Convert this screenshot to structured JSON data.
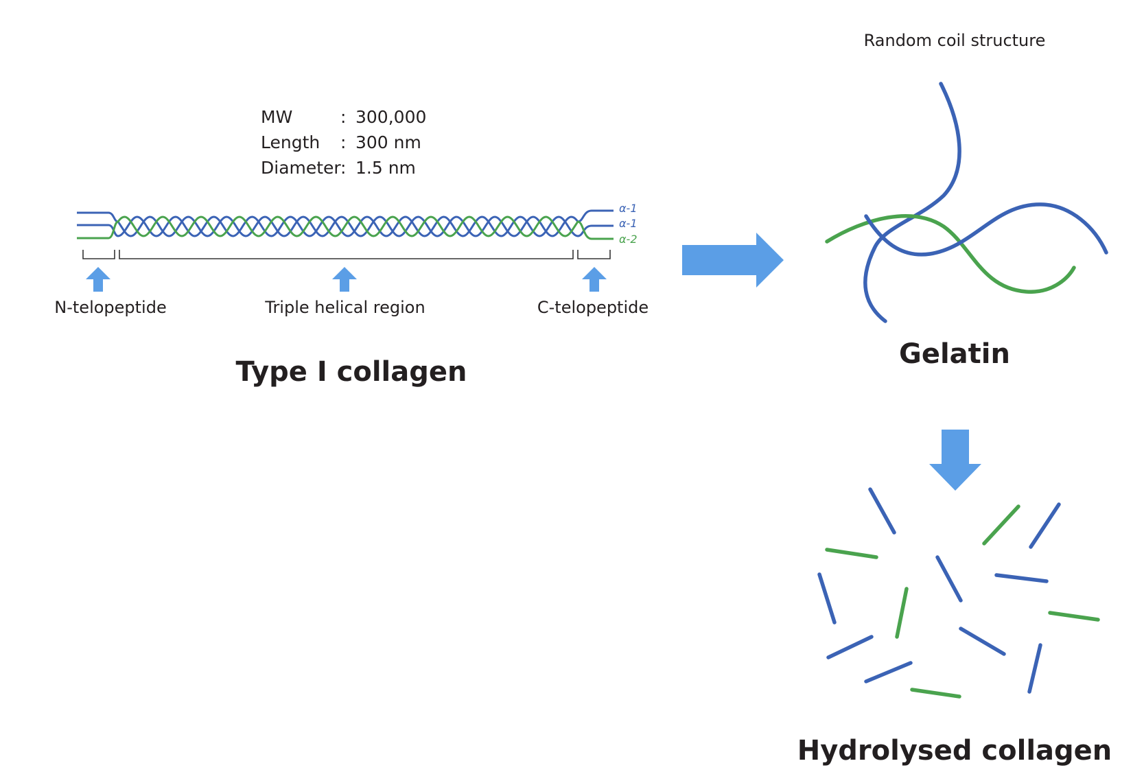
{
  "colors": {
    "alpha1": "#3b63b5",
    "alpha2": "#4aa34e",
    "arrow": "#5b9ee6",
    "text": "#231f20",
    "bracket": "#333333"
  },
  "specs": {
    "mw_label": "MW",
    "mw_sep": ":",
    "mw_value": "300,000",
    "length_label": "Length",
    "length_sep": ":",
    "length_value": "300 nm",
    "diameter_label": "Diameter",
    "diameter_sep": ":",
    "diameter_value": "1.5 nm"
  },
  "chains": [
    "α-1",
    "α-1",
    "α-2"
  ],
  "regions": {
    "n_telopeptide": "N-telopeptide",
    "triple_helical": "Triple helical region",
    "c_telopeptide": "C-telopeptide"
  },
  "titles": {
    "collagen": "Type I collagen",
    "random_coil": "Random coil structure",
    "gelatin": "Gelatin",
    "hydrolysed": "Hydrolysed collagen"
  },
  "fragments": [
    {
      "color": "alpha1"
    },
    {
      "color": "alpha2"
    },
    {
      "color": "alpha1"
    },
    {
      "color": "alpha2"
    },
    {
      "color": "alpha1"
    },
    {
      "color": "alpha1"
    },
    {
      "color": "alpha1"
    },
    {
      "color": "alpha2"
    },
    {
      "color": "alpha2"
    },
    {
      "color": "alpha1"
    },
    {
      "color": "alpha1"
    },
    {
      "color": "alpha1"
    },
    {
      "color": "alpha1"
    },
    {
      "color": "alpha2"
    }
  ]
}
